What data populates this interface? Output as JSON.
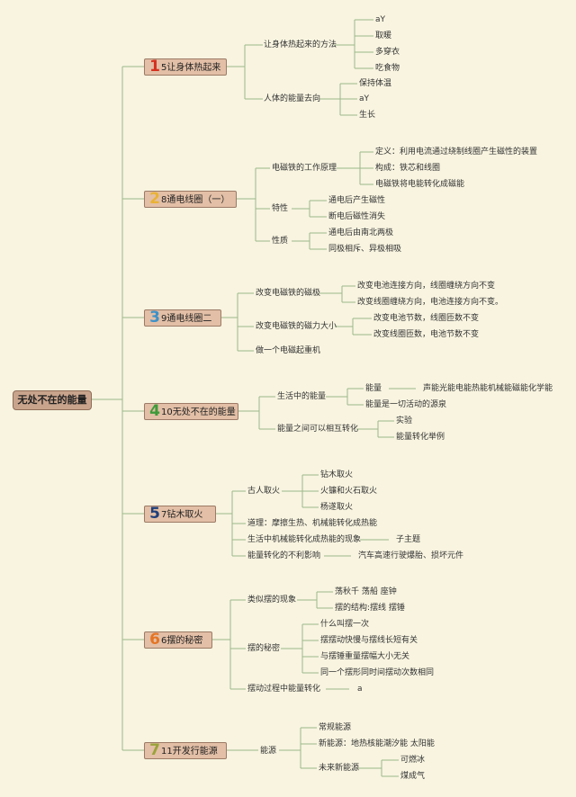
{
  "root": "无处不在的能量",
  "branches": [
    {
      "num": "1",
      "color": "#d5311f",
      "label": "5让身体热起来",
      "children": [
        {
          "label": "让身体热起来的方法",
          "children": [
            "aY",
            "取暖",
            "多穿衣",
            "吃食物"
          ]
        },
        {
          "label": "人体的能量去向",
          "children": [
            "保持体温",
            "aY",
            "生长"
          ]
        }
      ]
    },
    {
      "num": "2",
      "color": "#e9b234",
      "label": "8通电线圈（一）",
      "children": [
        {
          "label": "电磁铁的工作原理",
          "children": [
            "定义：利用电流通过绕制线圈产生磁性的装置",
            "构成：铁芯和线圈",
            "电磁铁将电能转化成磁能"
          ]
        },
        {
          "label": "特性",
          "children": [
            "通电后产生磁性",
            "断电后磁性消失"
          ]
        },
        {
          "label": "性质",
          "children": [
            "通电后由南北两极",
            "同极相斥、异极相吸"
          ]
        }
      ]
    },
    {
      "num": "3",
      "color": "#3d91c8",
      "label": "9通电线圈二",
      "children": [
        {
          "label": "改变电磁铁的磁极",
          "children": [
            "改变电池连接方向，线圈缠绕方向不变",
            "改变线圈缠绕方向，电池连接方向不变。"
          ]
        },
        {
          "label": "改变电磁铁的磁力大小",
          "children": [
            "改变电池节数，线圈匝数不变",
            "改变线圈匝数，电池节数不变"
          ]
        },
        {
          "label": "做一个电磁起重机",
          "children": []
        }
      ]
    },
    {
      "num": "4",
      "color": "#3e9a3a",
      "label": "10无处不在的能量",
      "children": [
        {
          "label": "生活中的能量",
          "children": [
            "能量",
            "能量是一切活动的源泉"
          ],
          "extra": "声能光能电能热能机械能磁能化学能"
        },
        {
          "label": "能量之间可以相互转化",
          "children": [
            "实验",
            "能量转化举例"
          ]
        }
      ]
    },
    {
      "num": "5",
      "color": "#1f3f7a",
      "label": "7钻木取火",
      "children": [
        {
          "label": "古人取火",
          "children": [
            "钻木取火",
            "火镰和火石取火",
            "杨遂取火"
          ]
        },
        {
          "label": "道理：摩擦生热、机械能转化成热能",
          "children": []
        },
        {
          "label": "生活中机械能转化成热能的现象",
          "children": [
            "子主题"
          ]
        },
        {
          "label": "能量转化的不利影响",
          "children": [
            "汽车高速行驶爆胎、损坏元件"
          ]
        }
      ]
    },
    {
      "num": "6",
      "color": "#e57423",
      "label": "6摆的秘密",
      "children": [
        {
          "label": "类似摆的现象",
          "children": [
            "荡秋千 荡船 座钟",
            "摆的结构:摆线 摆锤"
          ]
        },
        {
          "label": "摆的秘密",
          "children": [
            "什么叫摆一次",
            "摆摆动快慢与摆线长短有关",
            "与摆锤重量摆幅大小无关",
            "同一个摆形同时间摆动次数相同"
          ]
        },
        {
          "label": "摆动过程中能量转化",
          "children": [
            "a"
          ]
        }
      ]
    },
    {
      "num": "7",
      "color": "#9aa33a",
      "label": "11开发行能源",
      "children": [
        {
          "label": "能源",
          "children": [
            "常规能源",
            "新能源：地热核能潮汐能 太阳能",
            "未来新能源"
          ],
          "extra2": [
            "可燃冰",
            "煤成气"
          ]
        }
      ]
    }
  ]
}
